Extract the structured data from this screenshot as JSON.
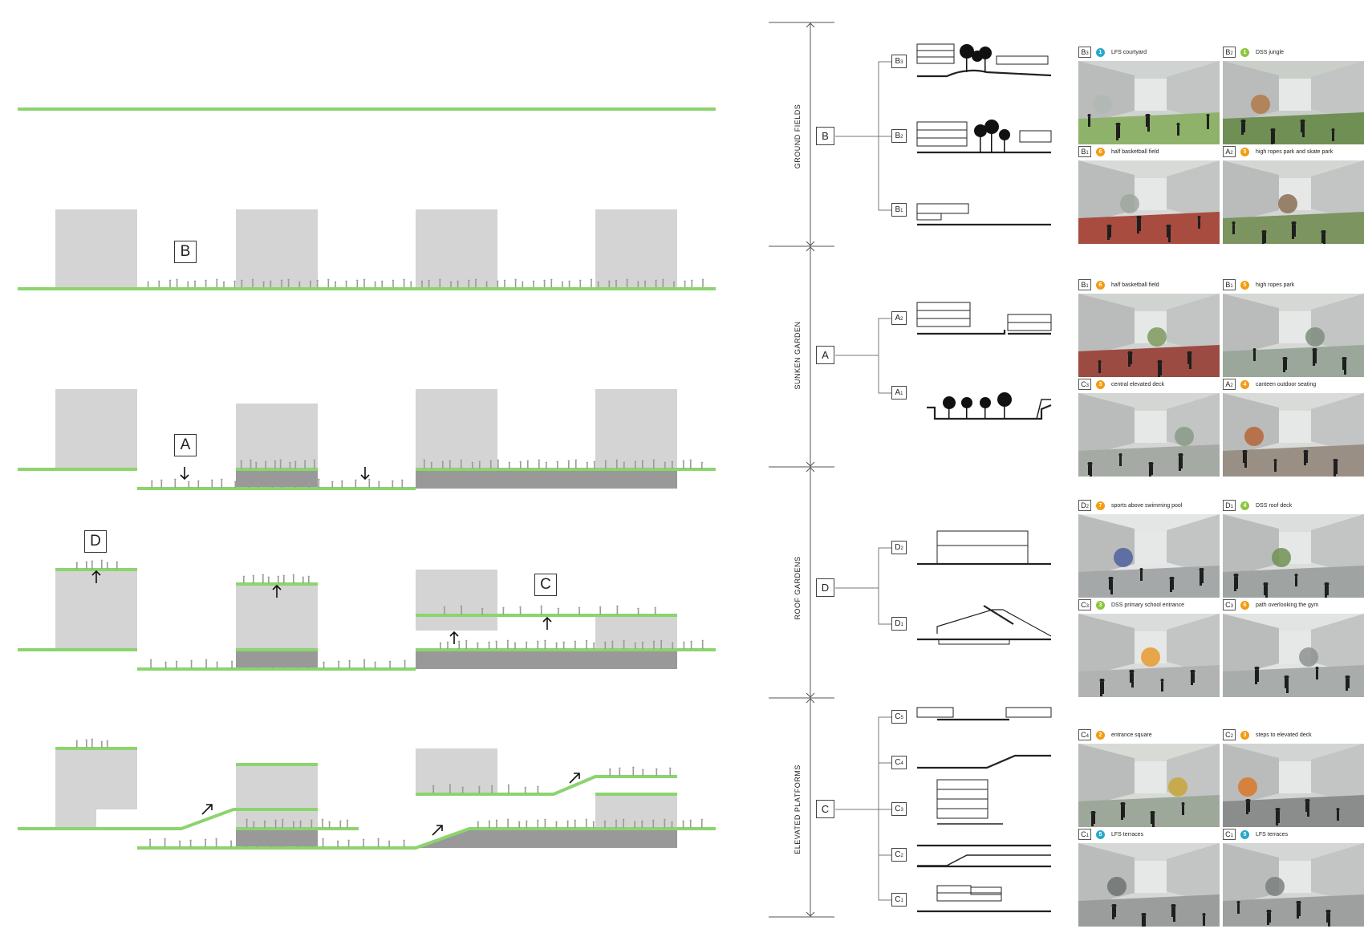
{
  "zones": [
    {
      "code": "B",
      "label": "GROUND FIELDS"
    },
    {
      "code": "A",
      "label": "SUNKEN GARDEN"
    },
    {
      "code": "D",
      "label": "ROOF GARDENS"
    },
    {
      "code": "C",
      "label": "ELEVATED PLATFORMS"
    }
  ],
  "diagram_letters": {
    "b": "B",
    "a": "A",
    "d": "D",
    "c": "C"
  },
  "subsections": [
    {
      "id": "B3",
      "letter": "B",
      "num": "3"
    },
    {
      "id": "B2",
      "letter": "B",
      "num": "2"
    },
    {
      "id": "B1",
      "letter": "B",
      "num": "1"
    },
    {
      "id": "A2",
      "letter": "A",
      "num": "2"
    },
    {
      "id": "A1",
      "letter": "A",
      "num": "1"
    },
    {
      "id": "D2",
      "letter": "D",
      "num": "2"
    },
    {
      "id": "D1",
      "letter": "D",
      "num": "1"
    },
    {
      "id": "C5",
      "letter": "C",
      "num": "5"
    },
    {
      "id": "C4",
      "letter": "C",
      "num": "4"
    },
    {
      "id": "C3",
      "letter": "C",
      "num": "3"
    },
    {
      "id": "C2",
      "letter": "C",
      "num": "2"
    },
    {
      "id": "C1",
      "letter": "C",
      "num": "1"
    }
  ],
  "gallery": [
    {
      "letter": "B",
      "sub": "3",
      "num": "1",
      "color": "#29a9c9",
      "caption": "LFS courtyard"
    },
    {
      "letter": "B",
      "sub": "2",
      "num": "1",
      "color": "#8cc63f",
      "caption": "DSS jungle"
    },
    {
      "letter": "B",
      "sub": "1",
      "num": "6",
      "color": "#f39c12",
      "caption": "half basketball field"
    },
    {
      "letter": "A",
      "sub": "2",
      "num": "5",
      "color": "#f39c12",
      "caption": "high ropes park and skate park"
    },
    {
      "letter": "B",
      "sub": "1",
      "num": "6",
      "color": "#f39c12",
      "caption": "half basketball field"
    },
    {
      "letter": "B",
      "sub": "1",
      "num": "5",
      "color": "#f39c12",
      "caption": "high ropes park"
    },
    {
      "letter": "C",
      "sub": "3",
      "num": "3",
      "color": "#f39c12",
      "caption": "central elevated deck"
    },
    {
      "letter": "A",
      "sub": "2",
      "num": "4",
      "color": "#f39c12",
      "caption": "canteen outdoor seating"
    },
    {
      "letter": "D",
      "sub": "2",
      "num": "7",
      "color": "#f39c12",
      "caption": "sports above swimming pool"
    },
    {
      "letter": "D",
      "sub": "1",
      "num": "4",
      "color": "#8cc63f",
      "caption": "DSS roof deck"
    },
    {
      "letter": "C",
      "sub": "3",
      "num": "3",
      "color": "#8cc63f",
      "caption": "DSS primary school entrance"
    },
    {
      "letter": "C",
      "sub": "3",
      "num": "6",
      "color": "#f39c12",
      "caption": "path overlooking the gym"
    },
    {
      "letter": "C",
      "sub": "4",
      "num": "2",
      "color": "#f39c12",
      "caption": "entrance square"
    },
    {
      "letter": "C",
      "sub": "2",
      "num": "3",
      "color": "#f39c12",
      "caption": "steps to elevated deck"
    },
    {
      "letter": "C",
      "sub": "1",
      "num": "5",
      "color": "#29a9c9",
      "caption": "LFS terraces"
    },
    {
      "letter": "C",
      "sub": "1",
      "num": "5",
      "color": "#29a9c9",
      "caption": "LFS terraces"
    }
  ],
  "colors": {
    "green": "#8cd46e",
    "block": "#d4d4d4",
    "dark_block": "#999999"
  }
}
